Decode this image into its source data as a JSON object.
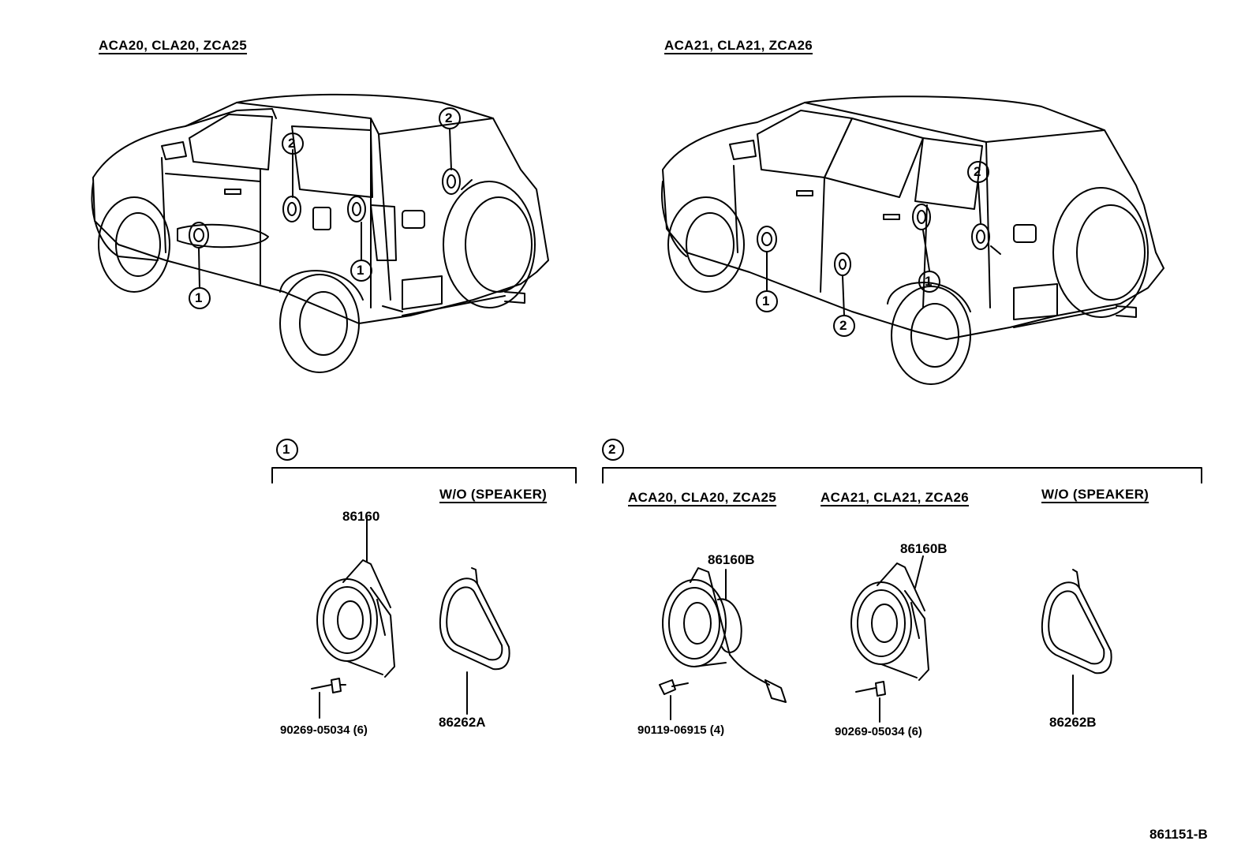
{
  "header": {
    "left_models": "ACA20, CLA20, ZCA25",
    "right_models": "ACA21, CLA21, ZCA26"
  },
  "callouts": {
    "one": "1",
    "two": "2"
  },
  "group1": {
    "number": "1",
    "wo_label": "W/O (SPEAKER)",
    "speaker_part": "86160",
    "screw_part": "90269-05034 (6)",
    "cover_part": "86262A"
  },
  "group2": {
    "number": "2",
    "left_models": "ACA20, CLA20, ZCA25",
    "right_models": "ACA21, CLA21, ZCA26",
    "wo_label": "W/O (SPEAKER)",
    "speaker_left_part": "86160B",
    "speaker_right_part": "86160B",
    "screw_left_part": "90119-06915 (4)",
    "screw_right_part": "90269-05034 (6)",
    "cover_part": "86262B"
  },
  "footer": {
    "diagram_code": "861151-B"
  }
}
